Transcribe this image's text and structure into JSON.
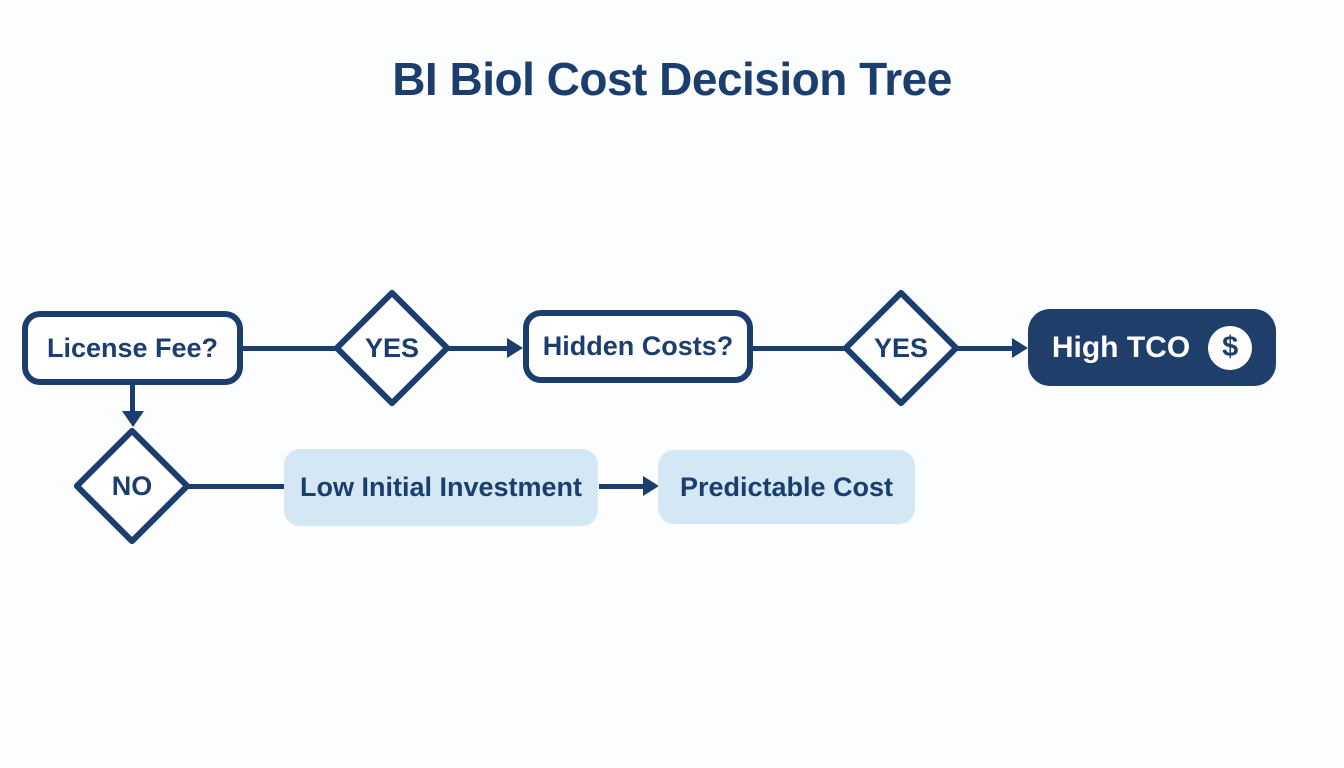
{
  "title": "BI Biol Cost Decision Tree",
  "colors": {
    "navy": "#1c3e6e",
    "navy-fill": "#1f3f6a",
    "light-blue": "#d3e7f5",
    "background": "#fbfdfe",
    "node-bg": "#ffffff"
  },
  "nodes": {
    "license_fee": {
      "label": "License Fee?"
    },
    "yes_1": {
      "label": "YES"
    },
    "hidden_costs": {
      "label": "Hidden Costs?"
    },
    "yes_2": {
      "label": "YES"
    },
    "high_tco": {
      "label": "High TCO",
      "icon": "dollar-circle-icon",
      "icon_glyph": "$"
    },
    "no": {
      "label": "NO"
    },
    "low_initial_investment": {
      "label": "Low Initial Investment"
    },
    "predictable_cost": {
      "label": "Predictable Cost"
    }
  },
  "edges": [
    {
      "from": "license_fee",
      "to": "yes_1",
      "arrow": false
    },
    {
      "from": "yes_1",
      "to": "hidden_costs",
      "arrow": true
    },
    {
      "from": "hidden_costs",
      "to": "yes_2",
      "arrow": false
    },
    {
      "from": "yes_2",
      "to": "high_tco",
      "arrow": true
    },
    {
      "from": "license_fee",
      "to": "no",
      "arrow": true
    },
    {
      "from": "no",
      "to": "low_initial_investment",
      "arrow": false
    },
    {
      "from": "low_initial_investment",
      "to": "predictable_cost",
      "arrow": true
    }
  ]
}
